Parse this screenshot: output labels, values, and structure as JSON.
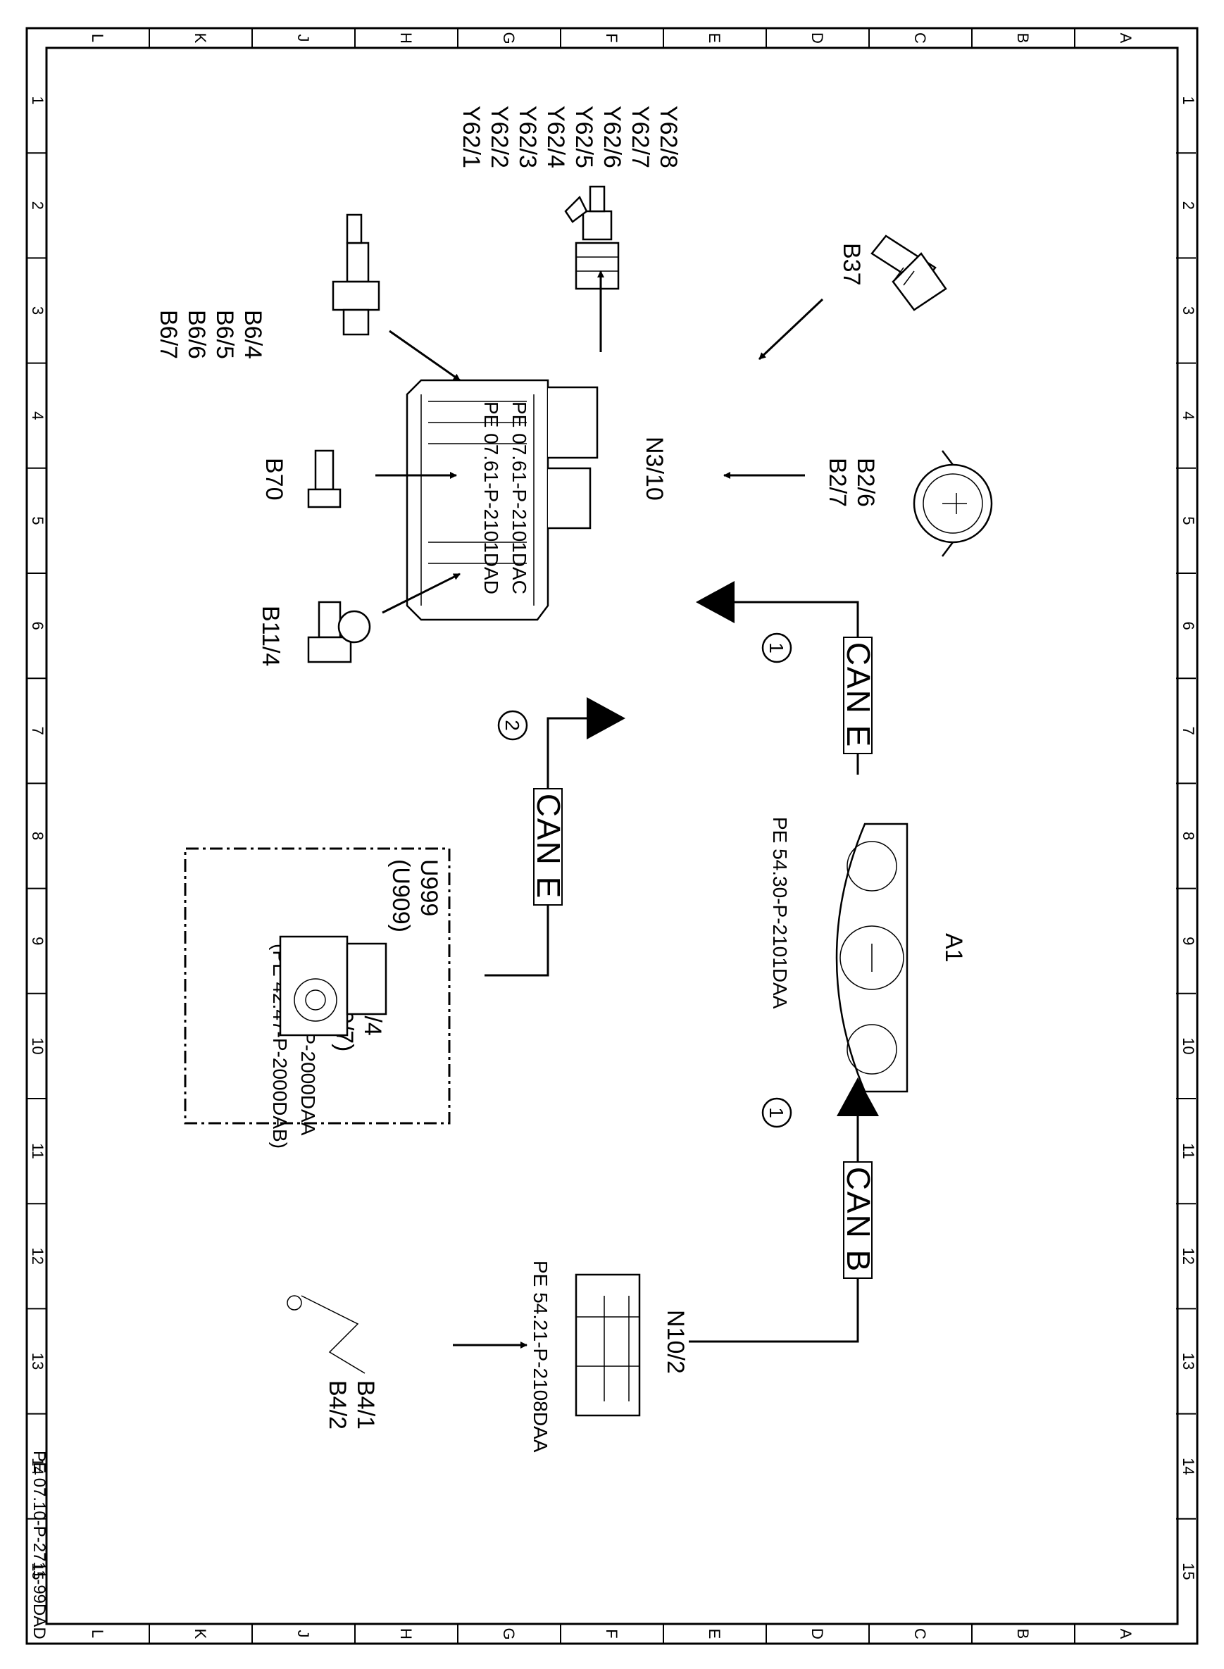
{
  "grid": {
    "columns": [
      "L",
      "K",
      "J",
      "H",
      "G",
      "F",
      "E",
      "D",
      "C",
      "B",
      "A"
    ],
    "rows": [
      "1",
      "2",
      "3",
      "4",
      "5",
      "6",
      "7",
      "8",
      "9",
      "10",
      "11",
      "12",
      "13",
      "14",
      "15"
    ]
  },
  "document_number": "PE 07.10-P-2711-99DAD",
  "bus": {
    "can_e_1": "CAN E",
    "can_e_2": "CAN E",
    "can_b": "CAN B",
    "marker_1": "1",
    "marker_2": "2",
    "marker_3": "1"
  },
  "components": {
    "ecu": {
      "code": "N3/10",
      "refs": [
        "PE 07.61-P-2101DAC",
        "PE 07.61-P-2101DAD"
      ]
    },
    "injectors": {
      "codes": [
        "Y62/1",
        "Y62/2",
        "Y62/3",
        "Y62/4",
        "Y62/5",
        "Y62/6",
        "Y62/7",
        "Y62/8"
      ]
    },
    "pedal": {
      "code": "B37"
    },
    "maf": {
      "codes": [
        "B2/6",
        "B2/7"
      ]
    },
    "camshaft": {
      "codes": [
        "B6/4",
        "B6/5",
        "B6/6",
        "B6/7"
      ]
    },
    "crankshaft": {
      "code": "B70"
    },
    "coolant": {
      "code": "B11/4"
    },
    "cluster": {
      "code": "A1",
      "ref": "PE 54.30-P-2101DAA"
    },
    "esp": {
      "codes": [
        "U999",
        "(U909)",
        "N30/4",
        "(N30/7)"
      ],
      "refs": [
        "PE 42.47-P-2000DAA",
        "(PE 42.47-P-2000DAB)"
      ]
    },
    "sam": {
      "code": "N10/2",
      "ref": "PE 54.21-P-2108DAA"
    },
    "fuel_level": {
      "codes": [
        "B4/1",
        "B4/2"
      ]
    }
  },
  "colors": {
    "line": "#000000",
    "label_bg": "#ffffff",
    "can_text": "#555555"
  }
}
